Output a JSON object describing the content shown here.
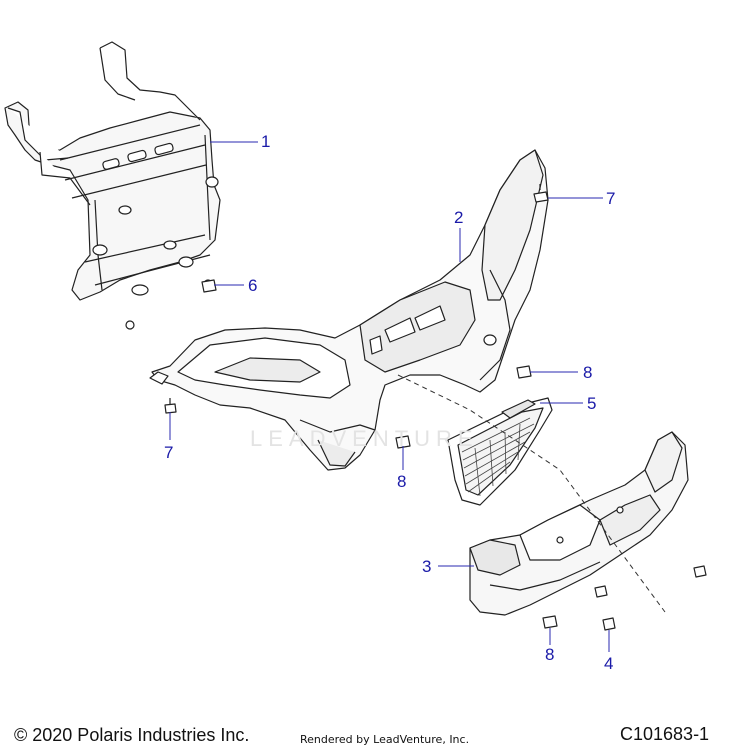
{
  "callouts": {
    "c1": "1",
    "c2": "2",
    "c3": "3",
    "c4": "4",
    "c5": "5",
    "c6": "6",
    "c7a": "7",
    "c7b": "7",
    "c8a": "8",
    "c8b": "8",
    "c8c": "8"
  },
  "footer": {
    "copyright": "© 2020 Polaris Industries Inc.",
    "rendered_by": "Rendered by LeadVenture, Inc.",
    "part_code": "C101683-1"
  },
  "watermark": "LEADVENTURE",
  "colors": {
    "callout_text": "#1a1aa8",
    "leader_line": "#2a2ab0",
    "part_stroke": "#222222",
    "part_fill": "#ffffff",
    "part_shade": "#ececec"
  }
}
